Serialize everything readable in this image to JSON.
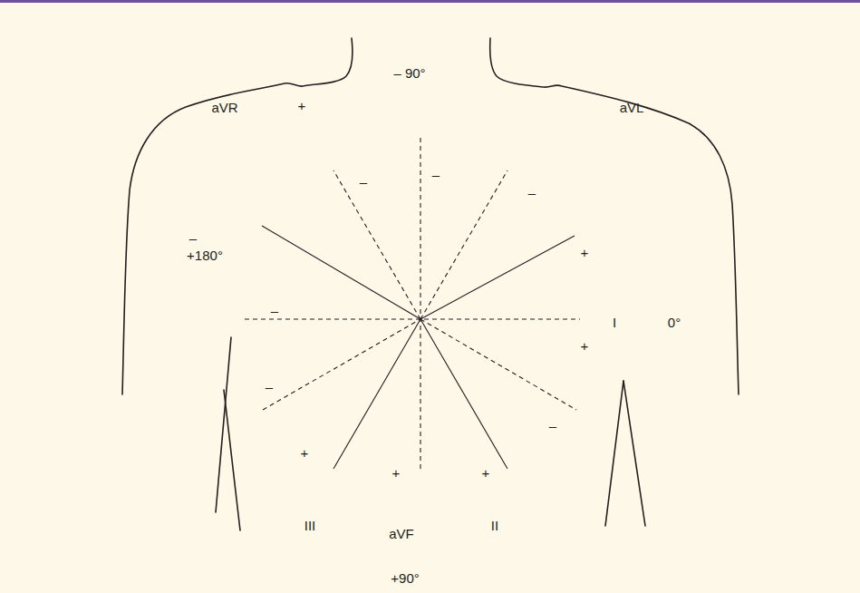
{
  "diagram": {
    "labels": [
      "– 90°",
      "aVR",
      "+",
      "–",
      "–",
      "–",
      "aVL",
      "+",
      "–",
      "+180°",
      "–",
      "I",
      "0°",
      "+",
      "–",
      "–",
      "+",
      "+",
      "+",
      "III",
      "aVF",
      "II",
      "+90°"
    ]
  }
}
